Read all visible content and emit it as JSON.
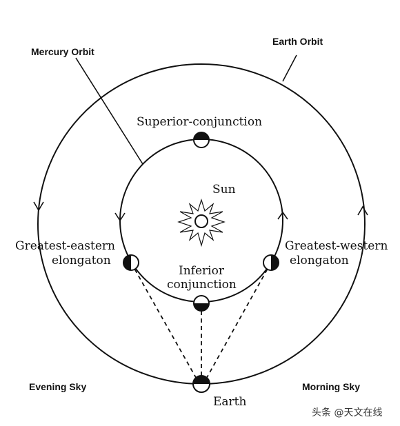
{
  "labels": {
    "mercury_orbit": "Mercury Orbit",
    "earth_orbit": "Earth Orbit",
    "superior_conjunction": "Superior-conjunction",
    "sun": "Sun",
    "greatest_eastern_line1": "Greatest-eastern",
    "greatest_eastern_line2": "elongaton",
    "greatest_western_line1": "Greatest-western",
    "greatest_western_line2": "elongaton",
    "inferior_line1": "Inferior",
    "inferior_line2": "conjunction",
    "earth": "Earth",
    "evening_sky": "Evening Sky",
    "morning_sky": "Morning Sky"
  },
  "watermark": "头条 @天文在线",
  "colors": {
    "ink": "#111111",
    "background": "#ffffff"
  }
}
